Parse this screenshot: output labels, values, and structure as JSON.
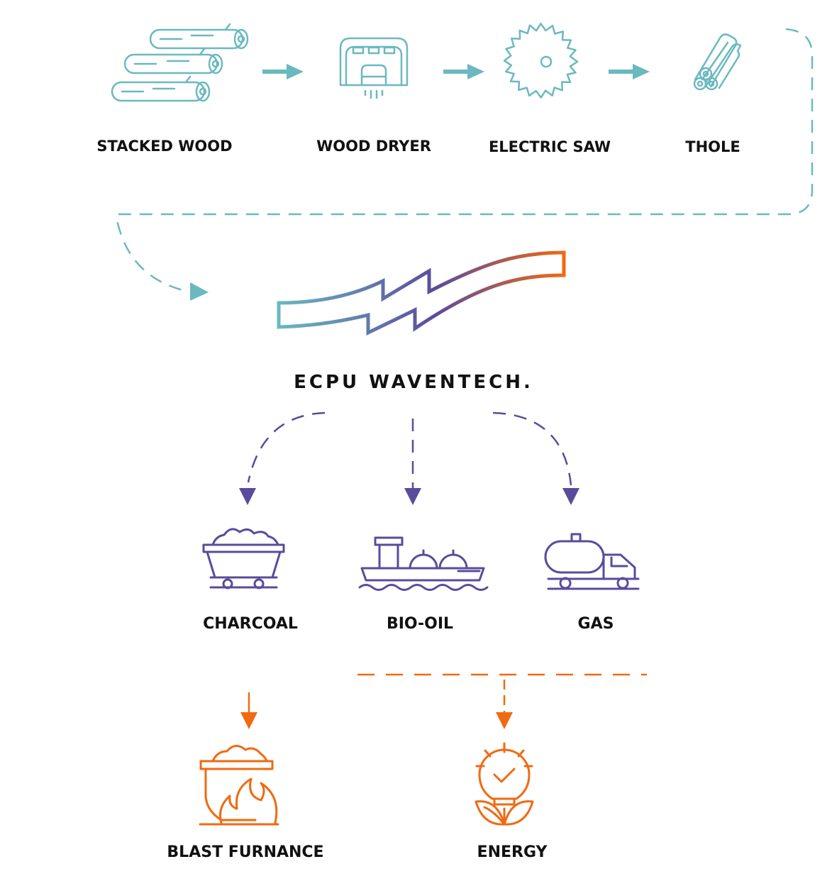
{
  "colors": {
    "teal": "#6bb9bf",
    "purple": "#5b4b9c",
    "orange": "#f06a12",
    "text": "#111111"
  },
  "stage1": [
    {
      "label": "STACKED WOOD",
      "icon": "stacked-logs-icon"
    },
    {
      "label": "WOOD DRYER",
      "icon": "wood-dryer-icon"
    },
    {
      "label": "ELECTRIC SAW",
      "icon": "circular-saw-icon"
    },
    {
      "label": "THOLE",
      "icon": "thole-logs-icon"
    }
  ],
  "process": {
    "title": "ECPU WAVENTECH.",
    "icon": "lightning-wave-icon"
  },
  "products": [
    {
      "label": "CHARCOAL",
      "icon": "mine-cart-icon"
    },
    {
      "label": "BIO-OIL",
      "icon": "tanker-ship-icon"
    },
    {
      "label": "GAS",
      "icon": "tanker-truck-icon"
    }
  ],
  "uses": [
    {
      "label": "BLAST FURNANCE",
      "icon": "blast-furnace-icon"
    },
    {
      "label": "ENERGY",
      "icon": "eco-lightbulb-icon"
    }
  ]
}
